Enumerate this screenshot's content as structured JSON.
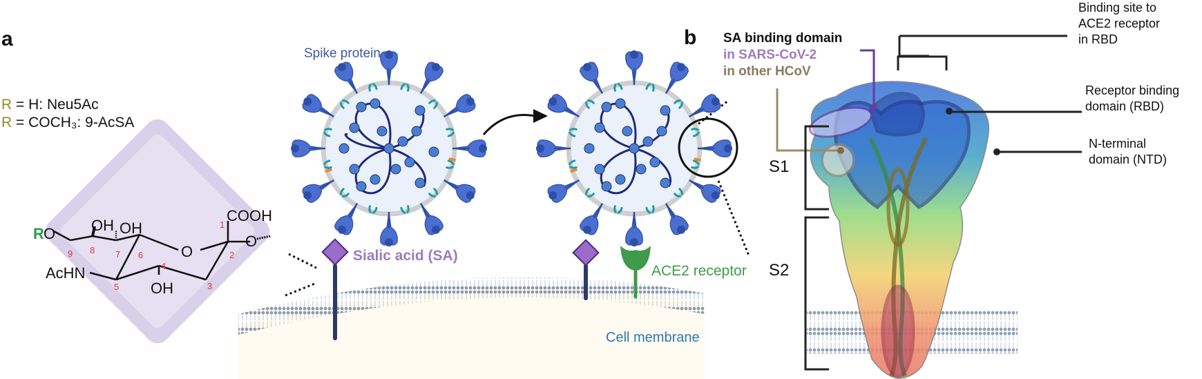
{
  "panels": {
    "a": {
      "letter": "a",
      "r_definitions": [
        {
          "r": "R",
          "text": " = H: Neu5Ac"
        },
        {
          "r": "R",
          "text": " = COCH₃: 9-AcSA"
        }
      ],
      "structure": {
        "substituent": "R",
        "groups": {
          "ro": "O",
          "oh8": "OH",
          "oh7": "OH",
          "oh4": "OH",
          "achn": "AcHN",
          "cooh": "COOH",
          "ring_o": "O",
          "glyco_o": "O"
        },
        "carbon_numbers": [
          "1",
          "2",
          "3",
          "4",
          "5",
          "6",
          "7",
          "8",
          "9"
        ]
      },
      "labels": {
        "spike_protein": "Spike protein",
        "sialic_acid": "Sialic acid (SA)",
        "ace2_receptor": "ACE2 receptor",
        "cell_membrane": "Cell membrane"
      }
    },
    "b": {
      "letter": "b",
      "sa_binding_domain": {
        "title": "SA binding domain",
        "sars_cov_2": "in SARS-CoV-2",
        "other_hcov": "in other HCoV"
      },
      "annotations": {
        "ace2_binding_site": "Binding site to\nACE2 receptor\nin RBD",
        "rbd": "Receptor binding\ndomain (RBD)",
        "ntd": "N-terminal\ndomain (NTD)"
      },
      "segments": {
        "s1": "S1",
        "s2": "S2"
      }
    }
  },
  "colors": {
    "r_group": "#8a8f2a",
    "r_substituent": "#2f9a4a",
    "carbon_number": "#e8383d",
    "diamond_bg": "#d9d0ea",
    "diamond_inner": "#e6e0f2",
    "spike": "#4a6fd0",
    "spike_dark": "#2e4fa8",
    "virus_membrane": "#cfcfcf",
    "virus_fill": "#eaf1fb",
    "rna": "#1f2a78",
    "rna_bead": "#4a7fd0",
    "e_protein": "#1a9aa8",
    "m_protein": "#e58a30",
    "sialic_acid": "#9a6bc8",
    "sa_stem": "#2c3a66",
    "ace2": "#3f9a4a",
    "cell_fill": "#fffbf0",
    "membrane_heads": "#8d9bb0",
    "sars_purple": "#6a3aa0",
    "hcov_tan": "#a08a66"
  }
}
